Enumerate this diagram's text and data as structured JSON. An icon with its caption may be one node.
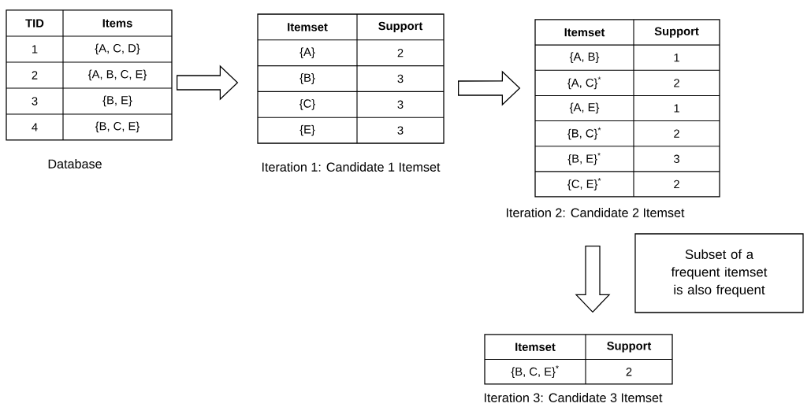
{
  "diagram": {
    "nodes": [
      {
        "text": [
          "TID",
          "Items",
          "1",
          "{A, C, D}",
          "2",
          "{A, B, C, E}",
          "3",
          "{B, E}",
          "4",
          "{B, C, E}"
        ],
        "beside": [
          "Database"
        ]
      },
      {
        "text": [
          "Itemset",
          "Support",
          "{A}",
          "2",
          "{B}",
          "3",
          "{C}",
          "3",
          "{E}",
          "3"
        ],
        "beside": [
          "Iteration 1: Candidate 1 Itemset"
        ]
      },
      {
        "text": [
          "Itemset",
          "Support",
          "{A, B}",
          "1",
          "{A, C}$^{*}$",
          "2",
          "{A, E}",
          "1",
          "{B, C}$^{*}$",
          "2",
          "{B, E}$^{*}$",
          "3",
          "{C, E}$^{*}$",
          "2"
        ],
        "beside": [
          "Iteration 2: Candidate 2 Itemset"
        ]
      },
      {
        "text": [
          "Itemset",
          "Support",
          "{B, C, E}$^{*}$",
          "2"
        ],
        "beside": [
          "Iteration 3: Candidate 3 Itemset"
        ]
      },
      {
        "text": [
          "Subset of a frequent itemset is also frequent"
        ]
      }
    ],
    "edges": [
      {
        "from": 0,
        "to": 1,
        "arrow": "to"
      },
      {
        "from": 1,
        "to": 2,
        "arrow": "to"
      },
      {
        "from": 2,
        "to": 3,
        "arrow": "to"
      }
    ]
  }
}
